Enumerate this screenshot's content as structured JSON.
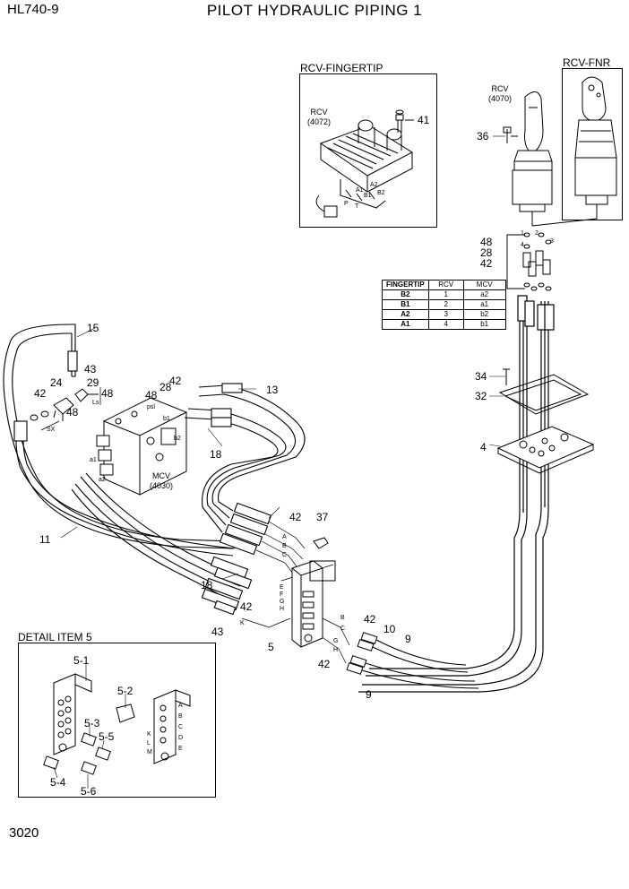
{
  "header": {
    "model": "HL740-9",
    "title": "PILOT HYDRAULIC PIPING 1"
  },
  "footer": {
    "page_number": "3020"
  },
  "sections": {
    "rcv_fingertip": "RCV-FINGERTIP",
    "rcv_fnr": "RCV-FNR",
    "detail_item_5": "DETAIL ITEM 5"
  },
  "components": {
    "rcv_4072": [
      "RCV",
      "(4072)"
    ],
    "rcv_4070": [
      "RCV",
      "(4070)"
    ],
    "mcv_4030": [
      "MCV",
      "(4030)"
    ]
  },
  "callouts": {
    "c15": "15",
    "c43a": "43",
    "c29": "29",
    "c24": "24",
    "c42a": "42",
    "c48a": "48",
    "c48b": "48",
    "c48c": "48",
    "c28a": "28",
    "c42b": "42",
    "c13": "13",
    "c18a": "18",
    "c11": "11",
    "c18b": "18",
    "c42c": "42",
    "c37": "37",
    "c42d": "42",
    "c43b": "43",
    "c5": "5",
    "c42e": "42",
    "c10": "10",
    "c9a": "9",
    "c42f": "42",
    "c9b": "9",
    "c41": "41",
    "c36": "36",
    "c48d": "48",
    "c28b": "28",
    "c42g": "42",
    "c34": "34",
    "c32": "32",
    "c4": "4",
    "d51": "5-1",
    "d52": "5-2",
    "d53": "5-3",
    "d55": "5-5",
    "d54": "5-4",
    "d56": "5-6"
  },
  "port_labels": {
    "ls": "Ls",
    "sx": "SX",
    "psl": "psl",
    "b1": "b1",
    "b2": "b2",
    "a1": "a1",
    "a2": "a2",
    "fa1": "A1",
    "fa2": "A2",
    "fb1": "B1",
    "fb2": "B2",
    "p": "P",
    "t": "T",
    "n1": "1",
    "n2": "2",
    "n3": "3",
    "n4": "4",
    "A": "A",
    "B": "B",
    "C": "C",
    "E": "E",
    "F": "F",
    "G": "G",
    "H": "H",
    "K": "K",
    "B2": "B",
    "C2": "C",
    "G2": "G",
    "H2": "H",
    "dA": "A",
    "dB": "B",
    "dC": "C",
    "dD": "D",
    "dE": "E",
    "dK": "K",
    "dL": "L",
    "dM": "M"
  },
  "fingertip_table": {
    "headers": [
      "FINGERTIP",
      "RCV",
      "MCV"
    ],
    "rows": [
      [
        "B2",
        "1",
        "a2"
      ],
      [
        "B1",
        "2",
        "a1"
      ],
      [
        "A2",
        "3",
        "b2"
      ],
      [
        "A1",
        "4",
        "b1"
      ]
    ]
  }
}
